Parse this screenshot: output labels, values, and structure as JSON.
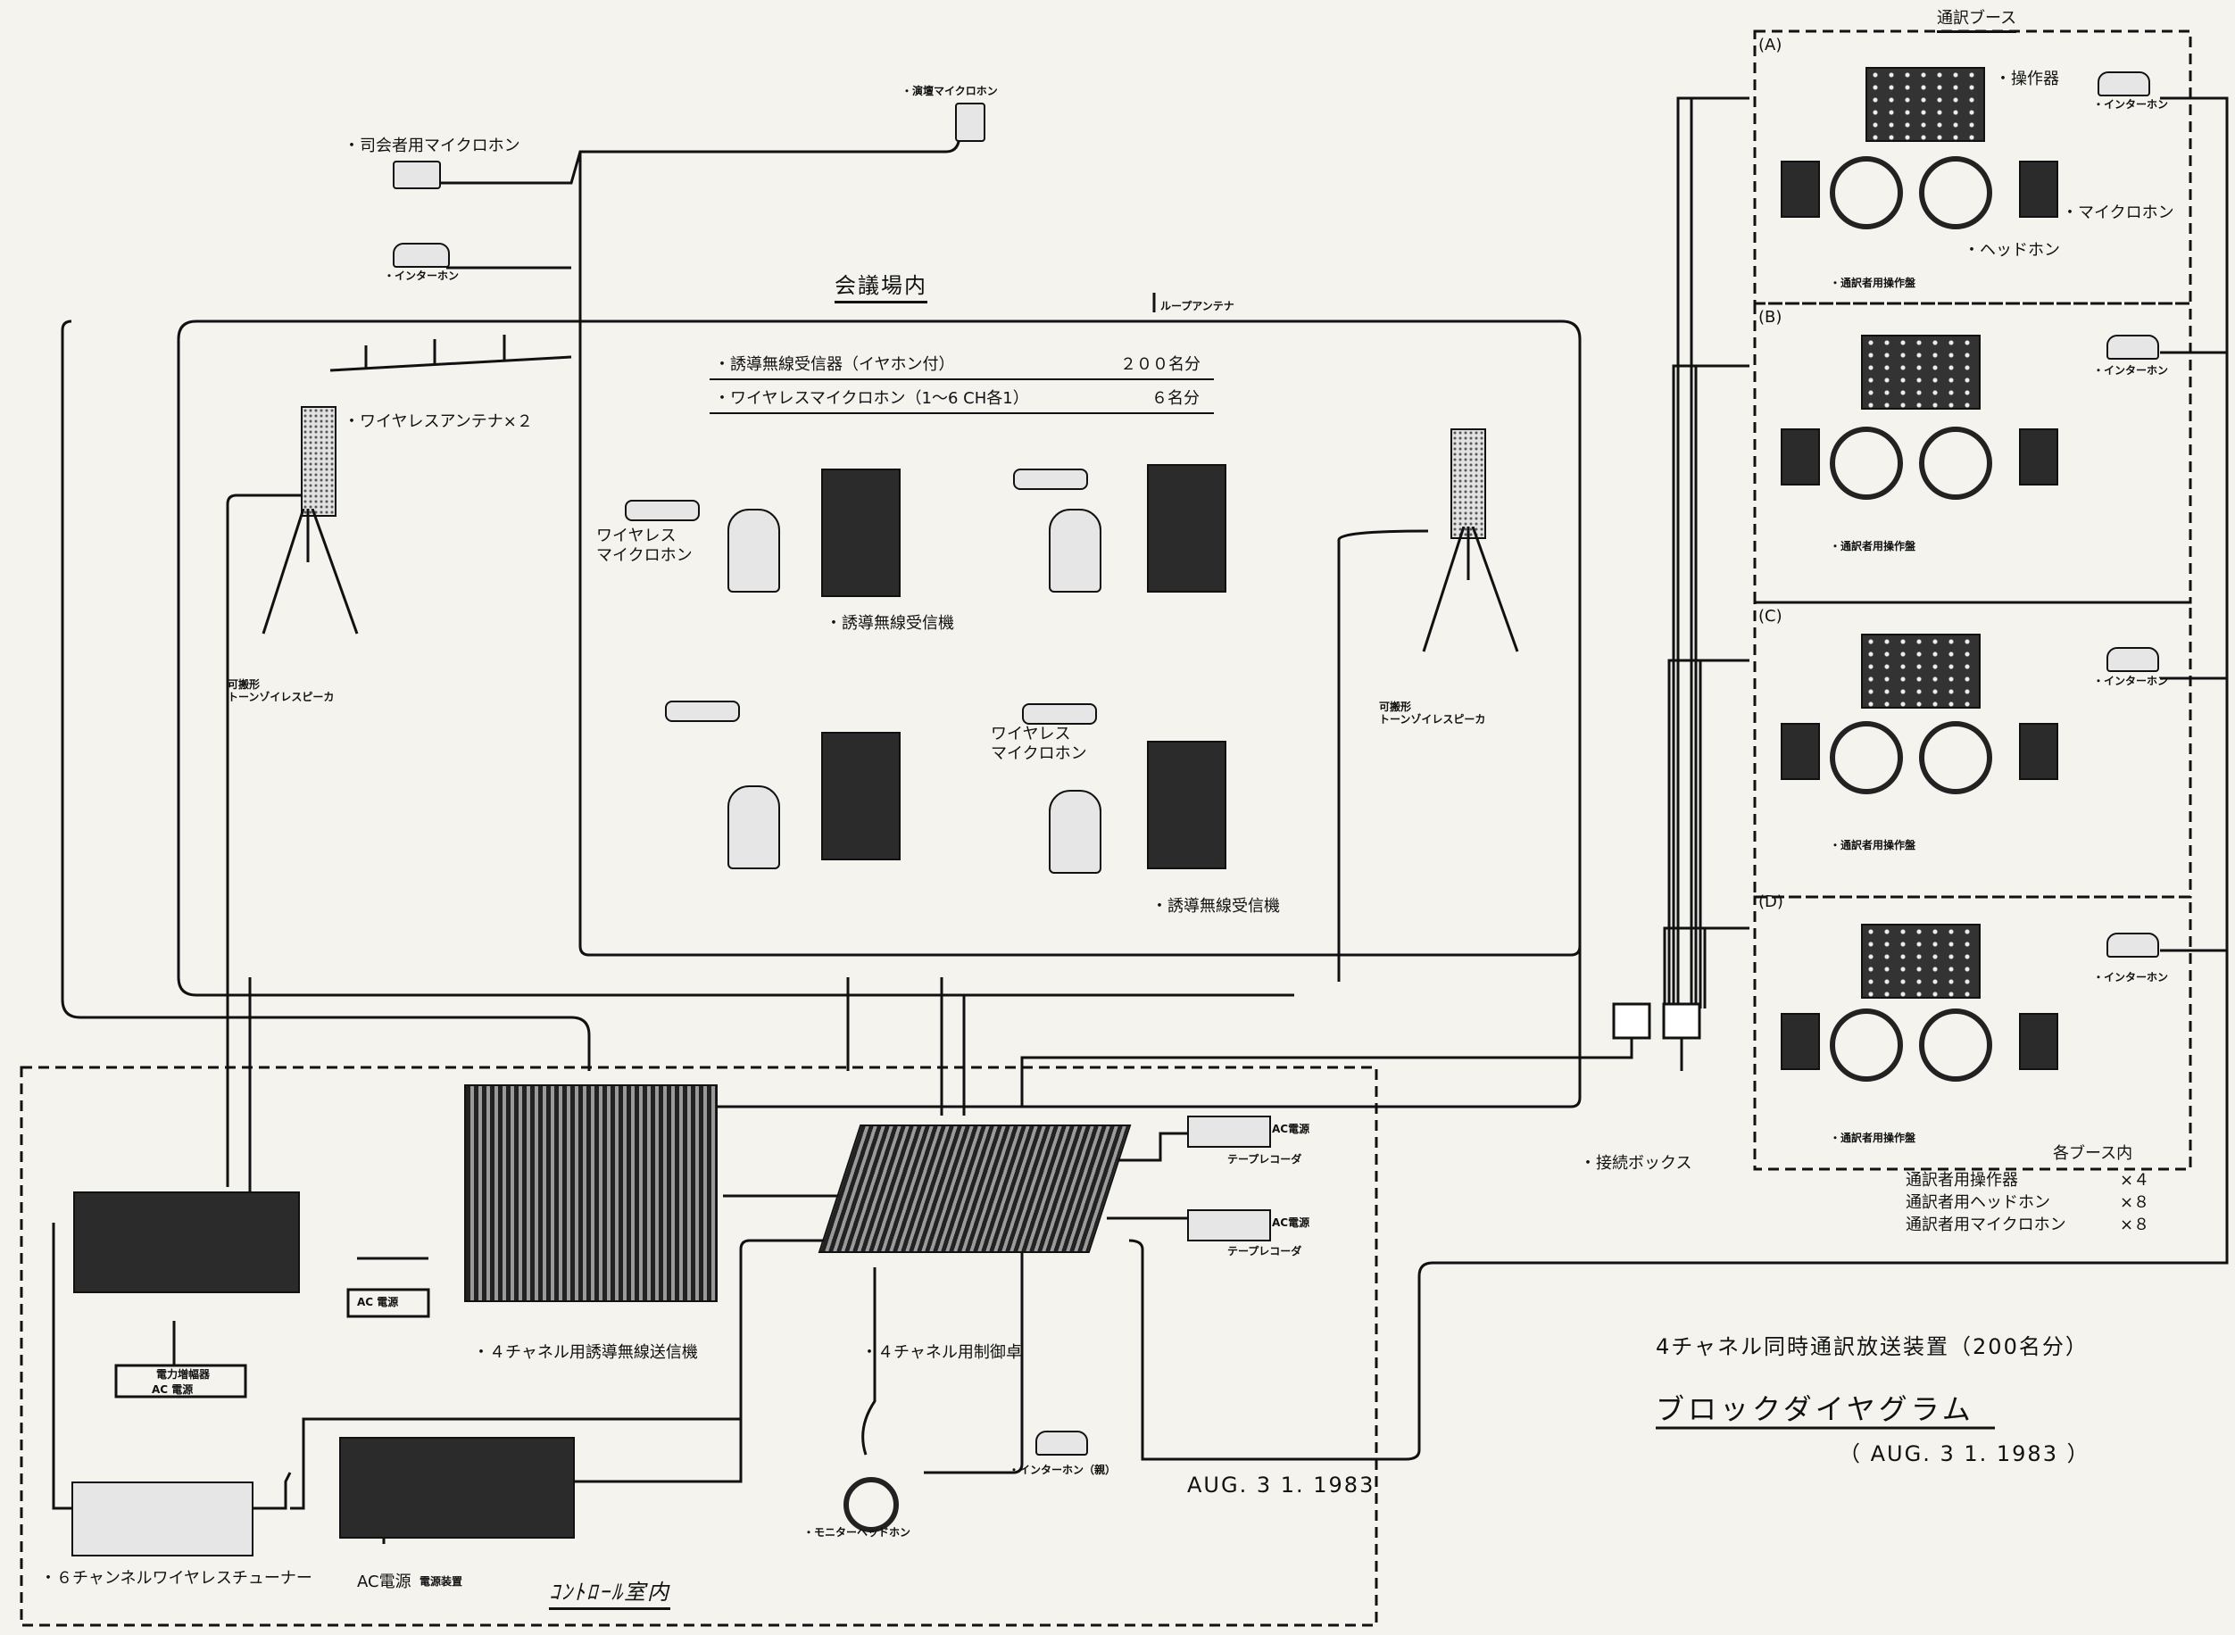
{
  "hall": {
    "title": "会議場内",
    "loop_antenna": "ループアンテナ",
    "spec1_item": "・誘導無線受信器（イヤホン付）",
    "spec1_qty": "２００名分",
    "spec2_item": "・ワイヤレスマイクロホン（1～6 CH各1）",
    "spec2_qty": "６名分",
    "wireless_mic_1": "ワイヤレス\nマイクロホン",
    "wireless_mic_2": "ワイヤレス\nマイクロホン",
    "receiver_1": "・誘導無線受信機",
    "receiver_2": "・誘導無線受信機",
    "antenna": "・ワイヤレスアンテナ×２",
    "speaker_left": "可搬形\nトーンゾイレスピーカ",
    "speaker_right": "可搬形\nトーンゾイレスピーカ"
  },
  "stage_area": {
    "podium_mic": "・演壇マイクロホン",
    "mc_mic": "・司会者用マイクロホン",
    "intercom": "・インターホン"
  },
  "booths": {
    "title": "通訳ブース",
    "items": [
      {
        "letter": "(A)",
        "intercom": "・インターホン",
        "panel": "・通訳者用操作盤",
        "operator": "・操作器",
        "mic": "・マイクロホン",
        "headphone": "・ヘッドホン"
      },
      {
        "letter": "(B)",
        "intercom": "・インターホン",
        "panel": "・通訳者用操作盤"
      },
      {
        "letter": "(C)",
        "intercom": "・インターホン",
        "panel": "・通訳者用操作盤"
      },
      {
        "letter": "(D)",
        "intercom": "・インターホン",
        "panel": "・通訳者用操作盤"
      }
    ],
    "each_booth": "各ブース内",
    "inventory": [
      {
        "name": "通訳者用操作器",
        "qty": "×４"
      },
      {
        "name": "通訳者用ヘッドホン",
        "qty": "×８"
      },
      {
        "name": "通訳者用マイクロホン",
        "qty": "×８"
      }
    ],
    "junction_box": "・接続ボックス"
  },
  "control_room": {
    "title": "ｺﾝﾄﾛｰﾙ室内",
    "transmitter": "・４チャネル用誘導無線送信機",
    "console": "・４チャネル用制御卓",
    "tape_recorder_1": "テープレコーダ",
    "tape_recorder_2": "テープレコーダ",
    "ac_power_1": "AC電源",
    "ac_power_2": "AC電源",
    "ac_power_transmitter": "AC 電源",
    "amp_label": "電力増幅器",
    "amp_ac": "AC 電源",
    "tuner": "・６チャンネルワイヤレスチューナー",
    "ac_power_psu": "AC電源",
    "psu_label": "電源装置",
    "monitor_headphone": "・モニターヘッドホン",
    "intercom_master": "・インターホン（親）",
    "date_stamp": "AUG. 3 1. 1983"
  },
  "caption": {
    "line1": "4チャネル同時通訳放送装置（200名分）",
    "line2": "ブロックダイヤグラム",
    "date": "（ AUG. 3 1. 1983 ）"
  }
}
